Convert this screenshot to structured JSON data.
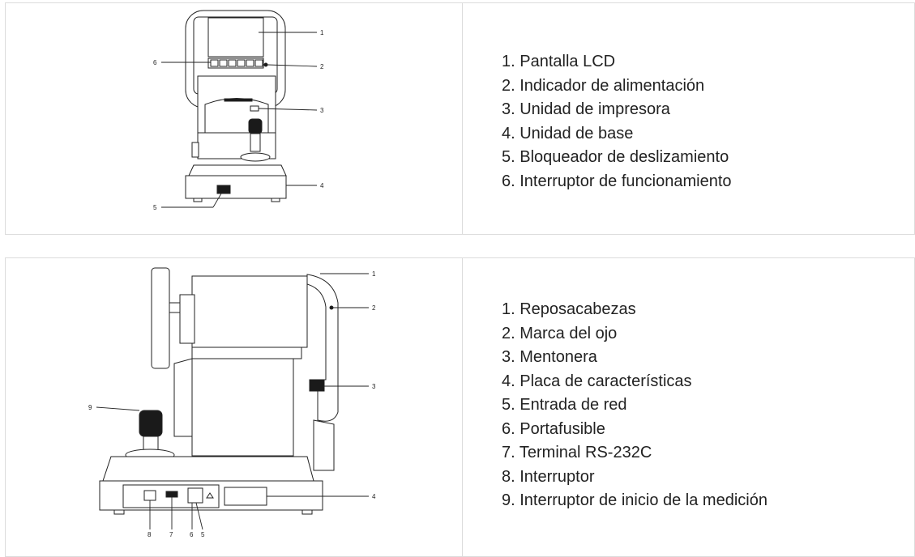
{
  "sections": [
    {
      "callouts": [
        "1",
        "2",
        "3",
        "4",
        "5",
        "6"
      ],
      "legend": [
        "1. Pantalla LCD",
        "2. Indicador de alimentación",
        "3. Unidad de impresora",
        "4. Unidad de base",
        "5. Bloqueador de deslizamiento",
        "6. Interruptor de funcionamiento"
      ]
    },
    {
      "callouts": [
        "1",
        "2",
        "3",
        "4",
        "5",
        "6",
        "7",
        "8",
        "9"
      ],
      "legend": [
        "1. Reposacabezas",
        "2. Marca del ojo",
        "3. Mentonera",
        "4. Placa de características",
        "5. Entrada de red",
        "6. Portafusible",
        "7. Terminal RS-232C",
        "8. Interruptor",
        "9. Interruptor de inicio de la medición"
      ]
    }
  ]
}
